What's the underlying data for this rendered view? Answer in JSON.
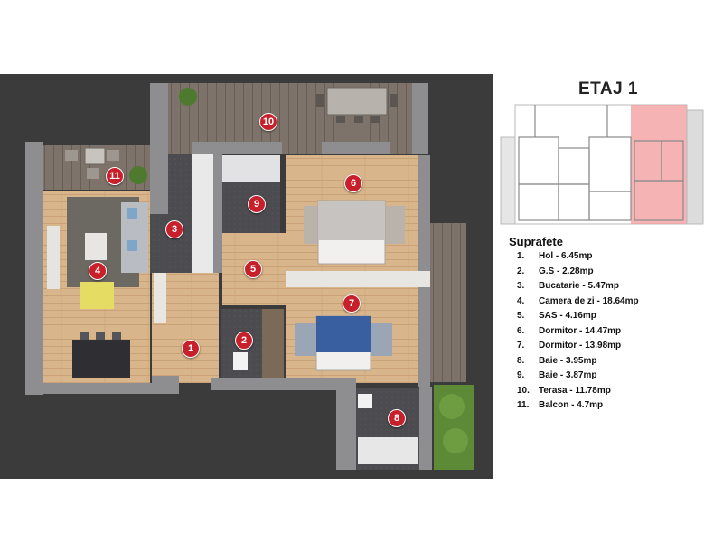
{
  "floor_title": "ETAJ 1",
  "areas_title": "Suprafete",
  "rooms": [
    {
      "num": "1.",
      "label": "Hol -  6.45mp"
    },
    {
      "num": "2.",
      "label": "G.S - 2.28mp"
    },
    {
      "num": "3.",
      "label": "Bucatarie - 5.47mp"
    },
    {
      "num": "4.",
      "label": "Camera de zi - 18.64mp"
    },
    {
      "num": "5.",
      "label": "SAS - 4.16mp"
    },
    {
      "num": "6.",
      "label": "Dormitor - 14.47mp"
    },
    {
      "num": "7.",
      "label": "Dormitor - 13.98mp"
    },
    {
      "num": "8.",
      "label": "Baie - 3.95mp"
    },
    {
      "num": "9.",
      "label": "Baie - 3.87mp"
    },
    {
      "num": "10.",
      "label": "Terasa - 11.78mp"
    },
    {
      "num": "11.",
      "label": "Balcon - 4.7mp"
    }
  ],
  "markers": [
    "1",
    "2",
    "3",
    "4",
    "5",
    "6",
    "7",
    "8",
    "9",
    "10",
    "11"
  ],
  "colors": {
    "marker": "#c8202a",
    "wood_floor": "#d8b58a",
    "tile_floor": "#4a4a4e",
    "terrace_deck": "#7a7068",
    "walls": "#8e8e90",
    "background": "#3a3a3a",
    "highlight": "#f19a9a"
  }
}
